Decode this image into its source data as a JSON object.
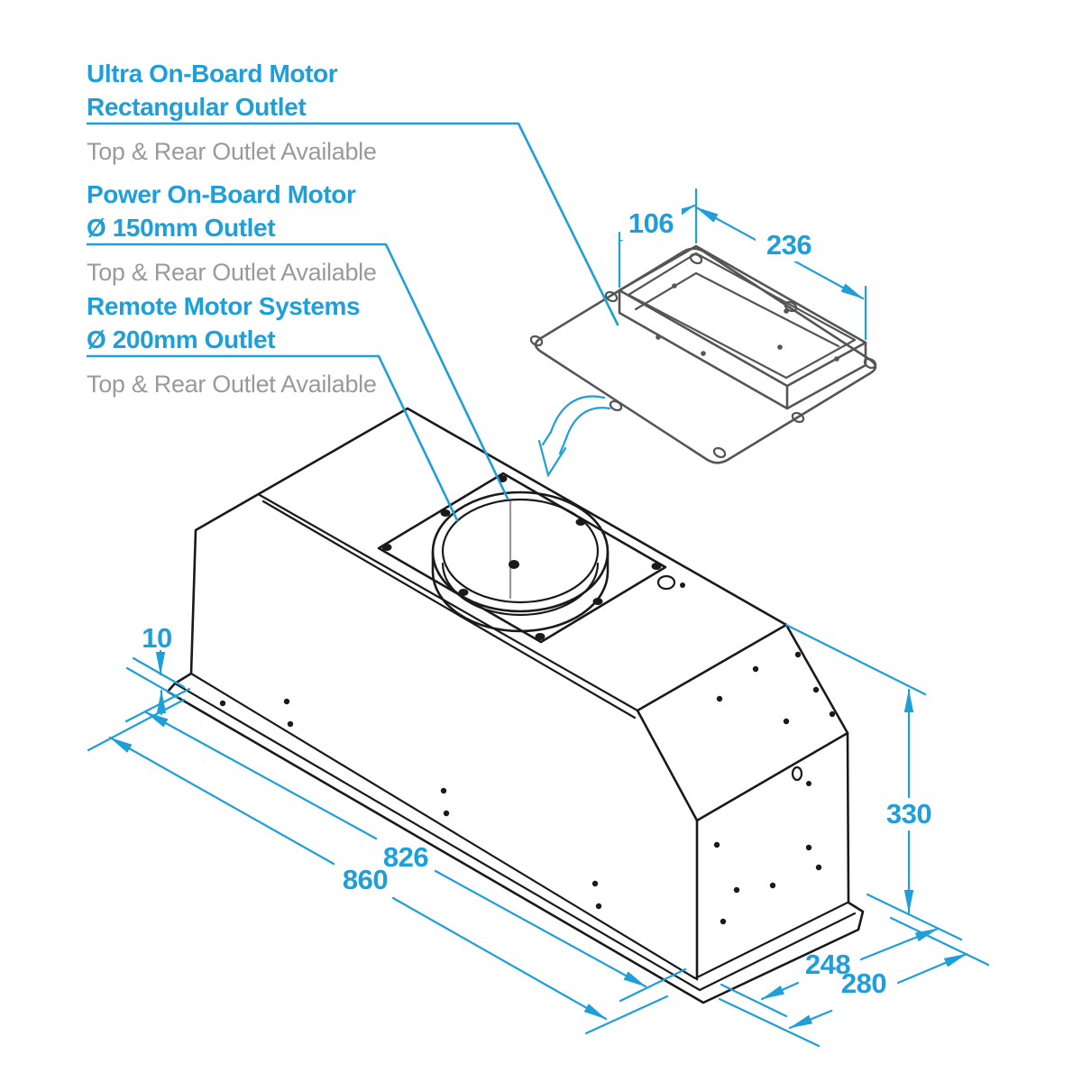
{
  "annotations": {
    "groups": [
      {
        "title_line1": "Ultra On-Board Motor",
        "title_line2": "Rectangular Outlet",
        "subtitle": "Top & Rear Outlet Available"
      },
      {
        "title_line1": "Power On-Board Motor",
        "title_line2": "Ø 150mm Outlet",
        "subtitle": "Top & Rear Outlet Available"
      },
      {
        "title_line1": "Remote Motor Systems",
        "title_line2": "Ø 200mm Outlet",
        "subtitle": "Top & Rear Outlet Available"
      }
    ]
  },
  "dimensions": {
    "outlet_depth": "106",
    "outlet_width": "236",
    "recess_lip": "10",
    "body_length": "826",
    "overall_length": "860",
    "body_height": "330",
    "body_depth": "248",
    "overall_depth": "280"
  },
  "icons": {
    "transfer_arrow": "curved-arrow-down-left"
  },
  "colors": {
    "accent_blue": "#1E9FD9",
    "drawing_line": "#1a1a1a",
    "plate_line": "#555555",
    "subtitle_gray": "#9a9a9a",
    "background": "#ffffff"
  }
}
